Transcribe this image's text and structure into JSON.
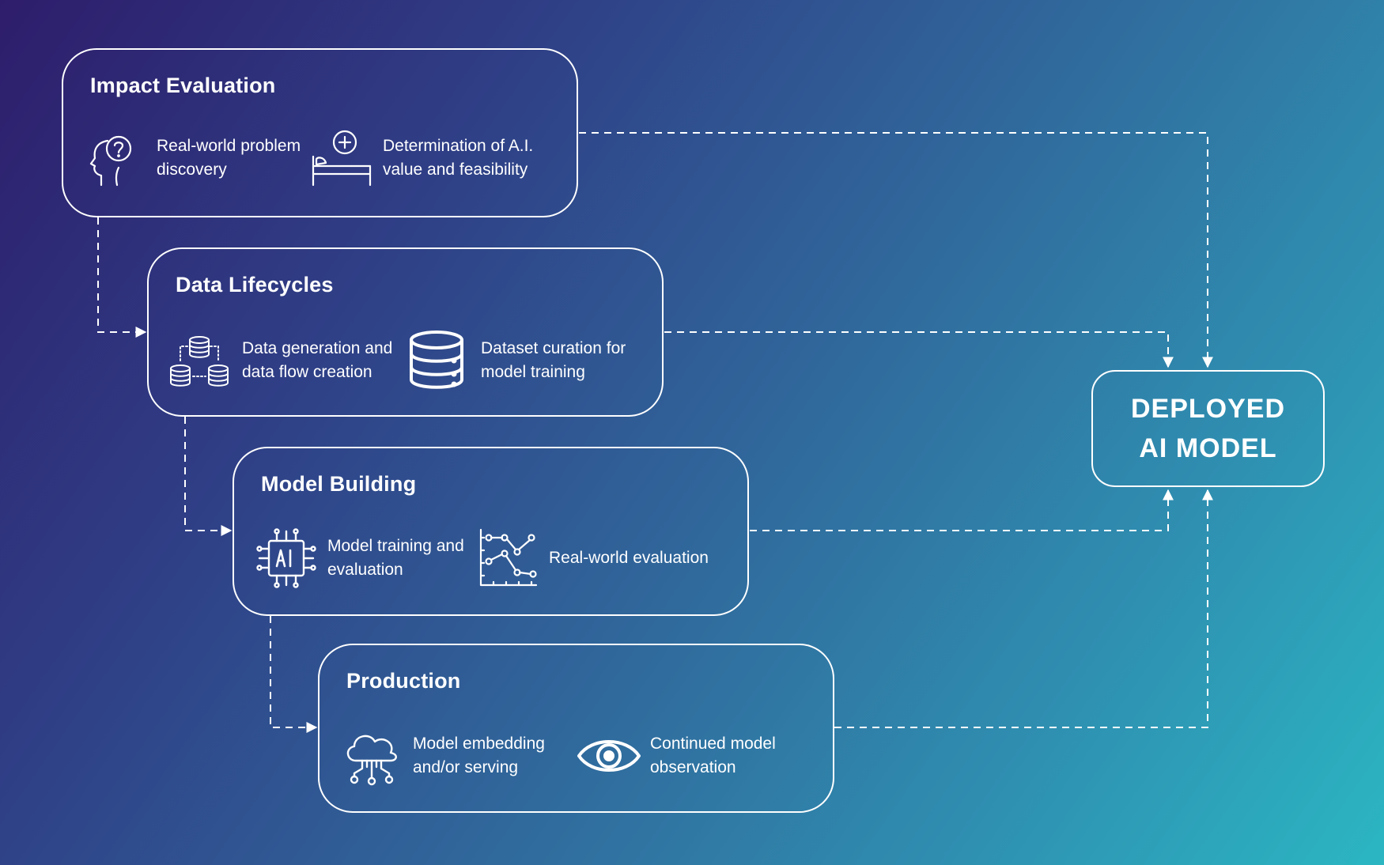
{
  "stages": [
    {
      "title": "Impact Evaluation",
      "items": [
        {
          "icon": "head-question-icon",
          "label": "Real-world problem\ndiscovery"
        },
        {
          "icon": "hospital-bed-icon",
          "label": "Determination of A.I.\nvalue and feasibility"
        }
      ]
    },
    {
      "title": "Data Lifecycles",
      "items": [
        {
          "icon": "database-flow-icon",
          "label": "Data generation and\ndata flow creation"
        },
        {
          "icon": "database-icon",
          "label": "Dataset curation for\nmodel training"
        }
      ]
    },
    {
      "title": "Model Building",
      "items": [
        {
          "icon": "ai-chip-icon",
          "label": "Model training and\nevaluation"
        },
        {
          "icon": "line-chart-icon",
          "label": "Real-world evaluation"
        }
      ]
    },
    {
      "title": "Production",
      "items": [
        {
          "icon": "cloud-network-icon",
          "label": "Model embedding\nand/or serving"
        },
        {
          "icon": "eye-icon",
          "label": "Continued model\nobservation"
        }
      ]
    }
  ],
  "deployed": {
    "label": "DEPLOYED\nAI MODEL"
  },
  "colors": {
    "stroke": "#ffffff",
    "background_start": "#2e1d6b",
    "background_end": "#2bb6c2"
  }
}
